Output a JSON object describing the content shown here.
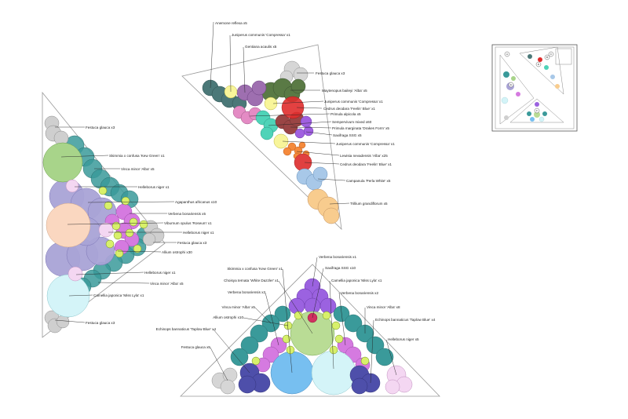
{
  "plan": {
    "beds": {
      "left": {
        "labels": [
          "Festuca glauca x3",
          "Skimmia x confusa 'Kew Green' x1",
          "Vinca minor 'Alba' x5",
          "Helleborus niger x1",
          "Agapanthus africanus x10",
          "Verbena bonariensis x5",
          "Viburnum opulus 'Roseum' x1",
          "Helleborus niger x1",
          "Festuca glauca x3",
          "Allium ostrophi x30",
          "Helleborus niger x1",
          "Vinca minor 'Alba' x5",
          "Camellia japonica 'Miss Lyla' x1",
          "Festuca glauca x3"
        ]
      },
      "top": {
        "labels": [
          "Anemone reflexa x5",
          "Juniperus communis 'Compressa' x1",
          "Gentiana acaulis x5",
          "Festuca glauca x3",
          "Maytenopus baileyi 'Alba' x5",
          "Juniperus communis 'Compressa' x1",
          "Cedrus deodara 'Feelin' Blue' x1",
          "Primula alpicola x5",
          "Sempervivum mixed x60",
          "Primula marginata 'Drakes Form' x5",
          "Saxifraga SSG x5",
          "Juniperus communis 'Compressa' x1",
          "Lewisia nevadensis 'Alba' x25",
          "Cedrus deodara 'Feelin' Blue' x1",
          "Campanula 'Perla White' x5",
          "Trillium grandiflorum x5"
        ]
      },
      "bottom": {
        "labels": [
          "Verbena bonariensis x1",
          "Saxifraga SSG x10",
          "Camellia japonica 'Miss Lyla' x1",
          "Verbena bonariensis x2",
          "Vinca minor 'Alba' x8",
          "Echinops bannaticus 'Taplow Blue' x4",
          "Helleborus niger x5",
          "Skimmia x confusa 'Kew Green' x1",
          "Choisya ternata 'White Dazzler' x1",
          "Verbena bonariensis x2",
          "Vinca minor 'Alba' x5",
          "Allium ostrophi x10",
          "Echinops bannaticus 'Taplow Blue' x4",
          "Festuca glauca x5"
        ]
      }
    },
    "key_plan": {
      "markers": [
        "A",
        "B",
        "C",
        "D",
        "E",
        "F"
      ]
    }
  }
}
